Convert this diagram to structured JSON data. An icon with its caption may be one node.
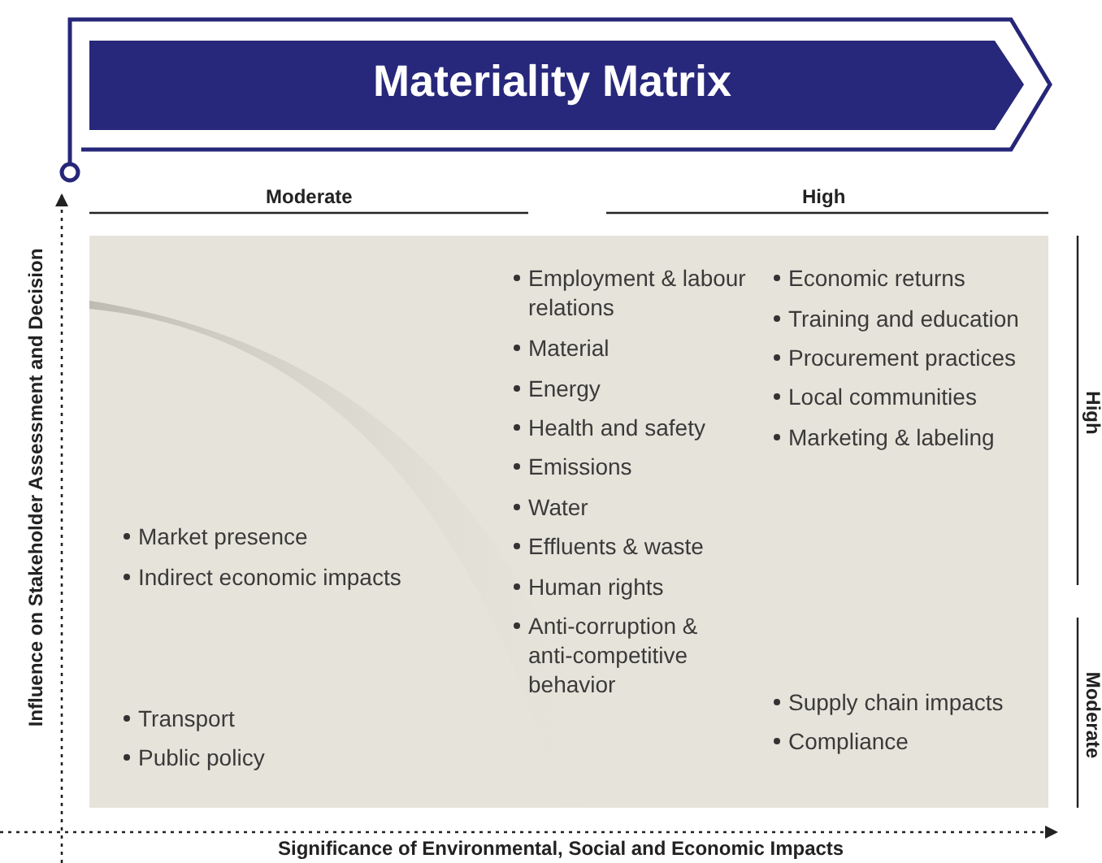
{
  "diagram": {
    "title": "Materiality Matrix",
    "labels": [
      "Moderate",
      "High",
      "Influence on Stakeholder Assessment and Decision",
      "Market presence",
      "Indirect economic impacts",
      "Transport",
      "Public policy",
      "Employment & labour relations",
      "Material",
      "Energy",
      "Health and safety",
      "Emissions",
      "Water",
      "Effluents & waste",
      "Human rights",
      "Anti-corruption & anti-competitive behavior",
      "Economic returns",
      "Training and education",
      "Procurement practices",
      "Local communities",
      "Marketing & labeling",
      "Supply chain impacts",
      "Compliance",
      "High",
      "Moderate",
      "Significance of Environmental, Social and Economic Impacts"
    ]
  }
}
